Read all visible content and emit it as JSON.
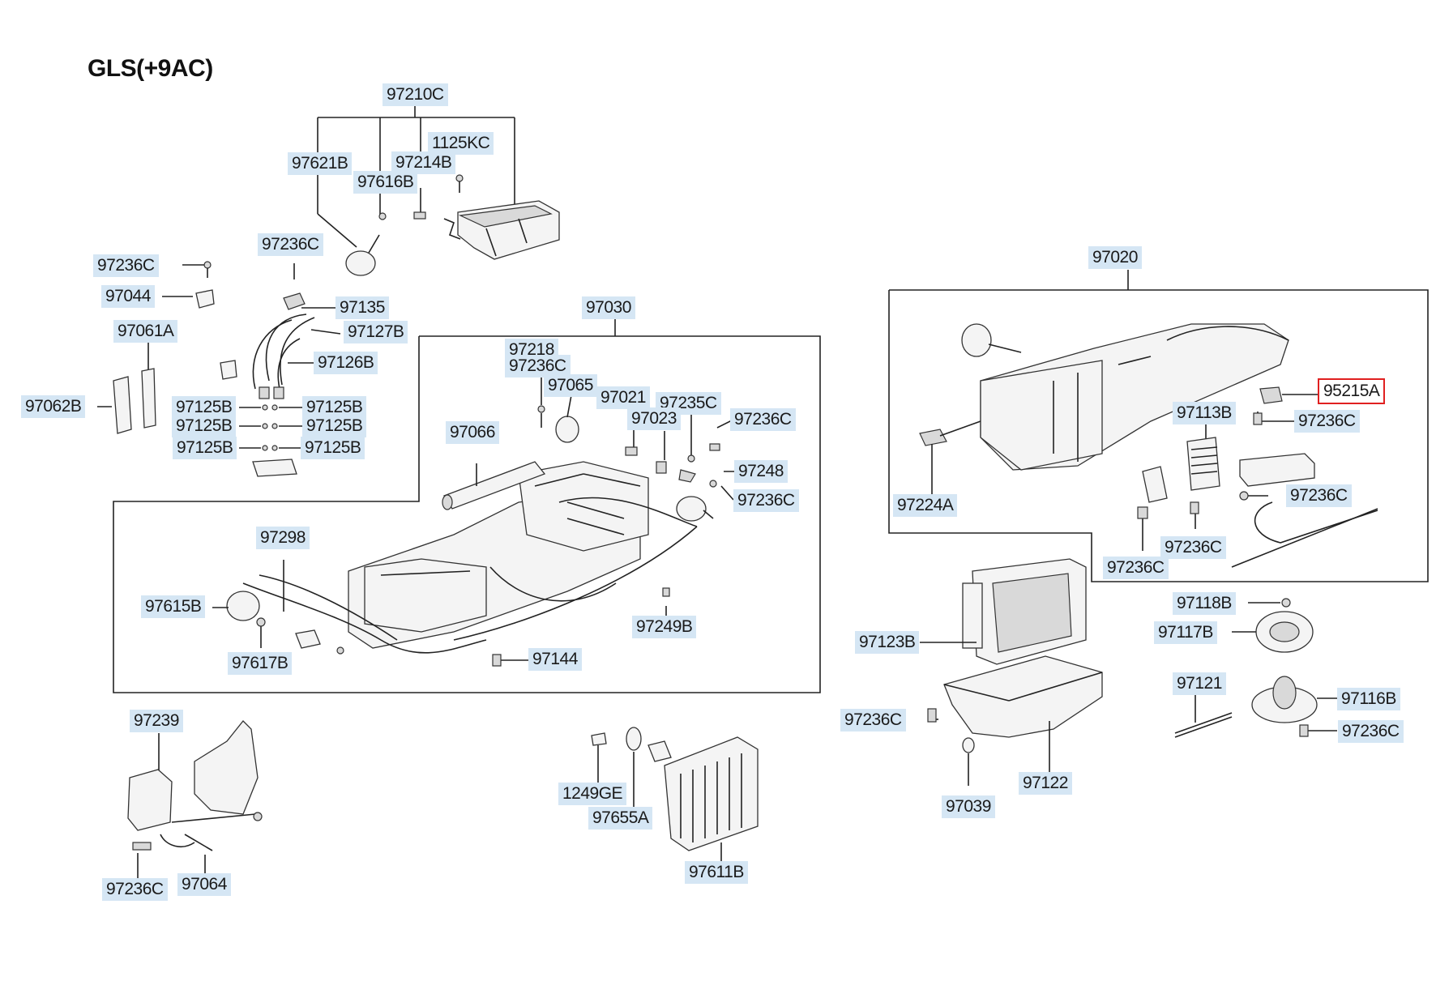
{
  "diagram": {
    "title": "GLS(+9AC)",
    "highlighted_part": "95215A",
    "part_numbers": {
      "p97210C": "97210C",
      "p97621B": "97621B",
      "p97616B": "97616B",
      "p97214B": "97214B",
      "p1125KC": "1125KC",
      "p97236C_a": "97236C",
      "p97236C_b": "97236C",
      "p97044": "97044",
      "p97135": "97135",
      "p97127B": "97127B",
      "p97061A": "97061A",
      "p97126B": "97126B",
      "p97062B": "97062B",
      "p97125B_l1": "97125B",
      "p97125B_l2": "97125B",
      "p97125B_l3": "97125B",
      "p97125B_r1": "97125B",
      "p97125B_r2": "97125B",
      "p97125B_r3": "97125B",
      "p97030": "97030",
      "p97218": "97218",
      "p97236C_c": "97236C",
      "p97065": "97065",
      "p97021": "97021",
      "p97235C": "97235C",
      "p97023": "97023",
      "p97236C_d": "97236C",
      "p97066": "97066",
      "p97248": "97248",
      "p97236C_e": "97236C",
      "p97298": "97298",
      "p97615B": "97615B",
      "p97249B": "97249B",
      "p97144": "97144",
      "p97617B": "97617B",
      "p97239": "97239",
      "p97236C_f": "97236C",
      "p97064": "97064",
      "p1249GE": "1249GE",
      "p97655A": "97655A",
      "p97611B": "97611B",
      "p97020": "97020",
      "p95215A": "95215A",
      "p97113B": "97113B",
      "p97236C_g": "97236C",
      "p97224A": "97224A",
      "p97236C_h": "97236C",
      "p97236C_i": "97236C",
      "p97236C_j": "97236C",
      "p97118B": "97118B",
      "p97117B": "97117B",
      "p97123B": "97123B",
      "p97121": "97121",
      "p97116B": "97116B",
      "p97236C_k": "97236C",
      "p97236C_l": "97236C",
      "p97039": "97039",
      "p97122": "97122"
    }
  }
}
